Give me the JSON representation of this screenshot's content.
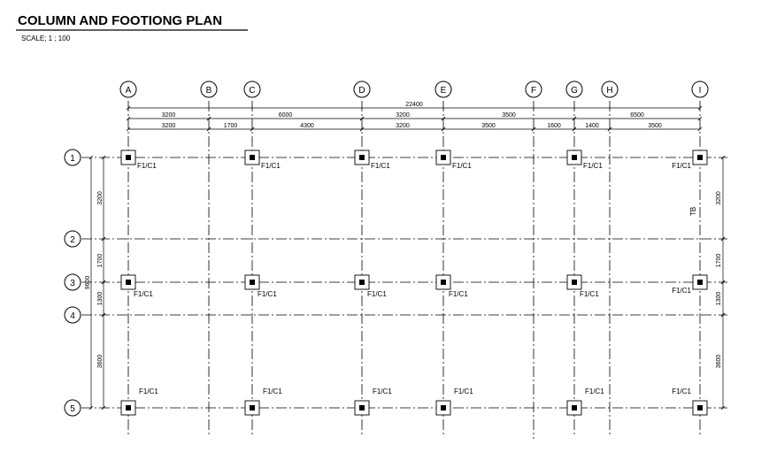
{
  "drawing": {
    "title": "COLUMN AND FOOTIONG PLAN",
    "scale": "SCALE; 1 ; 100",
    "note": "TB"
  },
  "grid": {
    "columns": [
      "A",
      "B",
      "C",
      "D",
      "E",
      "F",
      "G",
      "H",
      "I"
    ],
    "rows": [
      "1",
      "2",
      "3",
      "4",
      "5"
    ]
  },
  "dimensions": {
    "overall_horizontal": "22400",
    "horizontal_row1": [
      "3200",
      "6000",
      "3200",
      "3500",
      "6500"
    ],
    "horizontal_row2": [
      "3200",
      "1700",
      "4300",
      "3200",
      "3500",
      "1600",
      "1400",
      "3500"
    ],
    "overall_vertical": "9600",
    "vertical_left": [
      "3200",
      "1700",
      "1300",
      "3600"
    ],
    "vertical_right": [
      "3200",
      "1700",
      "1300",
      "3600"
    ]
  },
  "footing_label": "F1/C1",
  "footings": [
    {
      "col": "A",
      "row": "1",
      "label": "F1/C1"
    },
    {
      "col": "C",
      "row": "1",
      "label": "F1/C1"
    },
    {
      "col": "D",
      "row": "1",
      "label": "F1/C1"
    },
    {
      "col": "E",
      "row": "1",
      "label": "F1/C1"
    },
    {
      "col": "G",
      "row": "1",
      "label": "F1/C1"
    },
    {
      "col": "I",
      "row": "1",
      "label": "F1/C1"
    },
    {
      "col": "A",
      "row": "3",
      "label": "F1/C1"
    },
    {
      "col": "C",
      "row": "3",
      "label": "F1/C1"
    },
    {
      "col": "D",
      "row": "3",
      "label": "F1/C1"
    },
    {
      "col": "E",
      "row": "3",
      "label": "F1/C1"
    },
    {
      "col": "G",
      "row": "3",
      "label": "F1/C1"
    },
    {
      "col": "I",
      "row": "3",
      "label": "F1/C1"
    },
    {
      "col": "A",
      "row": "5",
      "label": "F1/C1"
    },
    {
      "col": "C",
      "row": "5",
      "label": "F1/C1"
    },
    {
      "col": "D",
      "row": "5",
      "label": "F1/C1"
    },
    {
      "col": "E",
      "row": "5",
      "label": "F1/C1"
    },
    {
      "col": "G",
      "row": "5",
      "label": "F1/C1"
    },
    {
      "col": "I",
      "row": "5",
      "label": "F1/C1"
    }
  ]
}
